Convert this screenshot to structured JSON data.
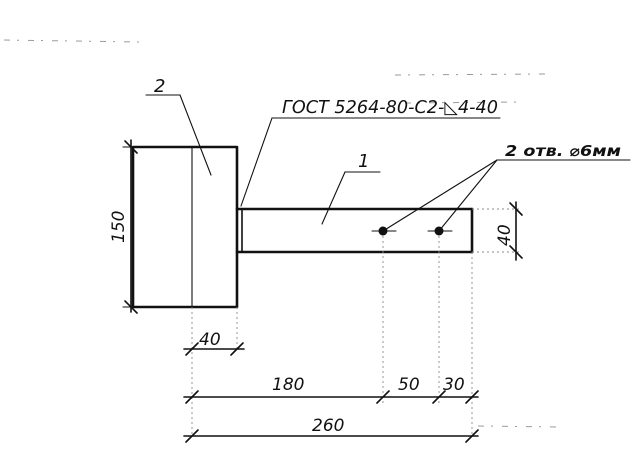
{
  "drawing": {
    "weld_note": "ГОСТ 5264-80-С2-◺4-40",
    "part_plate_label": "2",
    "part_bar_label": "1",
    "holes_note": "2 отв. ⌀6мм",
    "dimensions": {
      "plate_height": "150",
      "plate_thickness": "40",
      "bar_height": "40",
      "to_first_hole": "180",
      "between_holes": "50",
      "hole_to_end": "30",
      "overall_length": "260"
    }
  }
}
